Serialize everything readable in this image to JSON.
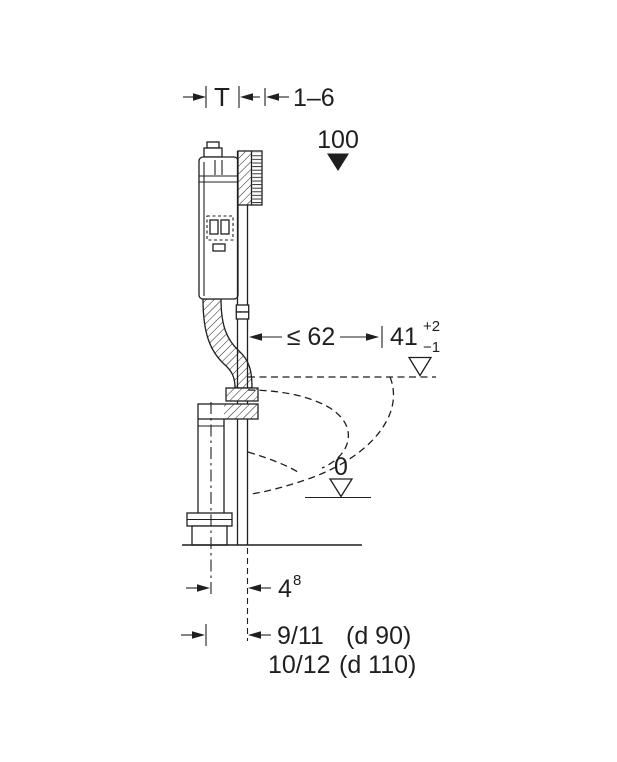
{
  "drawing": {
    "type": "installation-element-dimension-drawing",
    "colors": {
      "line": "#1f1f1f",
      "background": "#ffffff"
    },
    "labels": {
      "depth": "T",
      "finish_range": "1–6",
      "height_top": "100",
      "depth_max": "≤ 62",
      "rim_height": "41",
      "rim_tol_plus": "+2",
      "rim_tol_minus": "−1",
      "floor_zero": "0",
      "offset_value": "4",
      "offset_sup": "8",
      "outlet_row1_value": "9/11",
      "outlet_row1_pipe": "(d 90)",
      "outlet_row2_value": "10/12",
      "outlet_row2_pipe": "(d 110)"
    }
  }
}
